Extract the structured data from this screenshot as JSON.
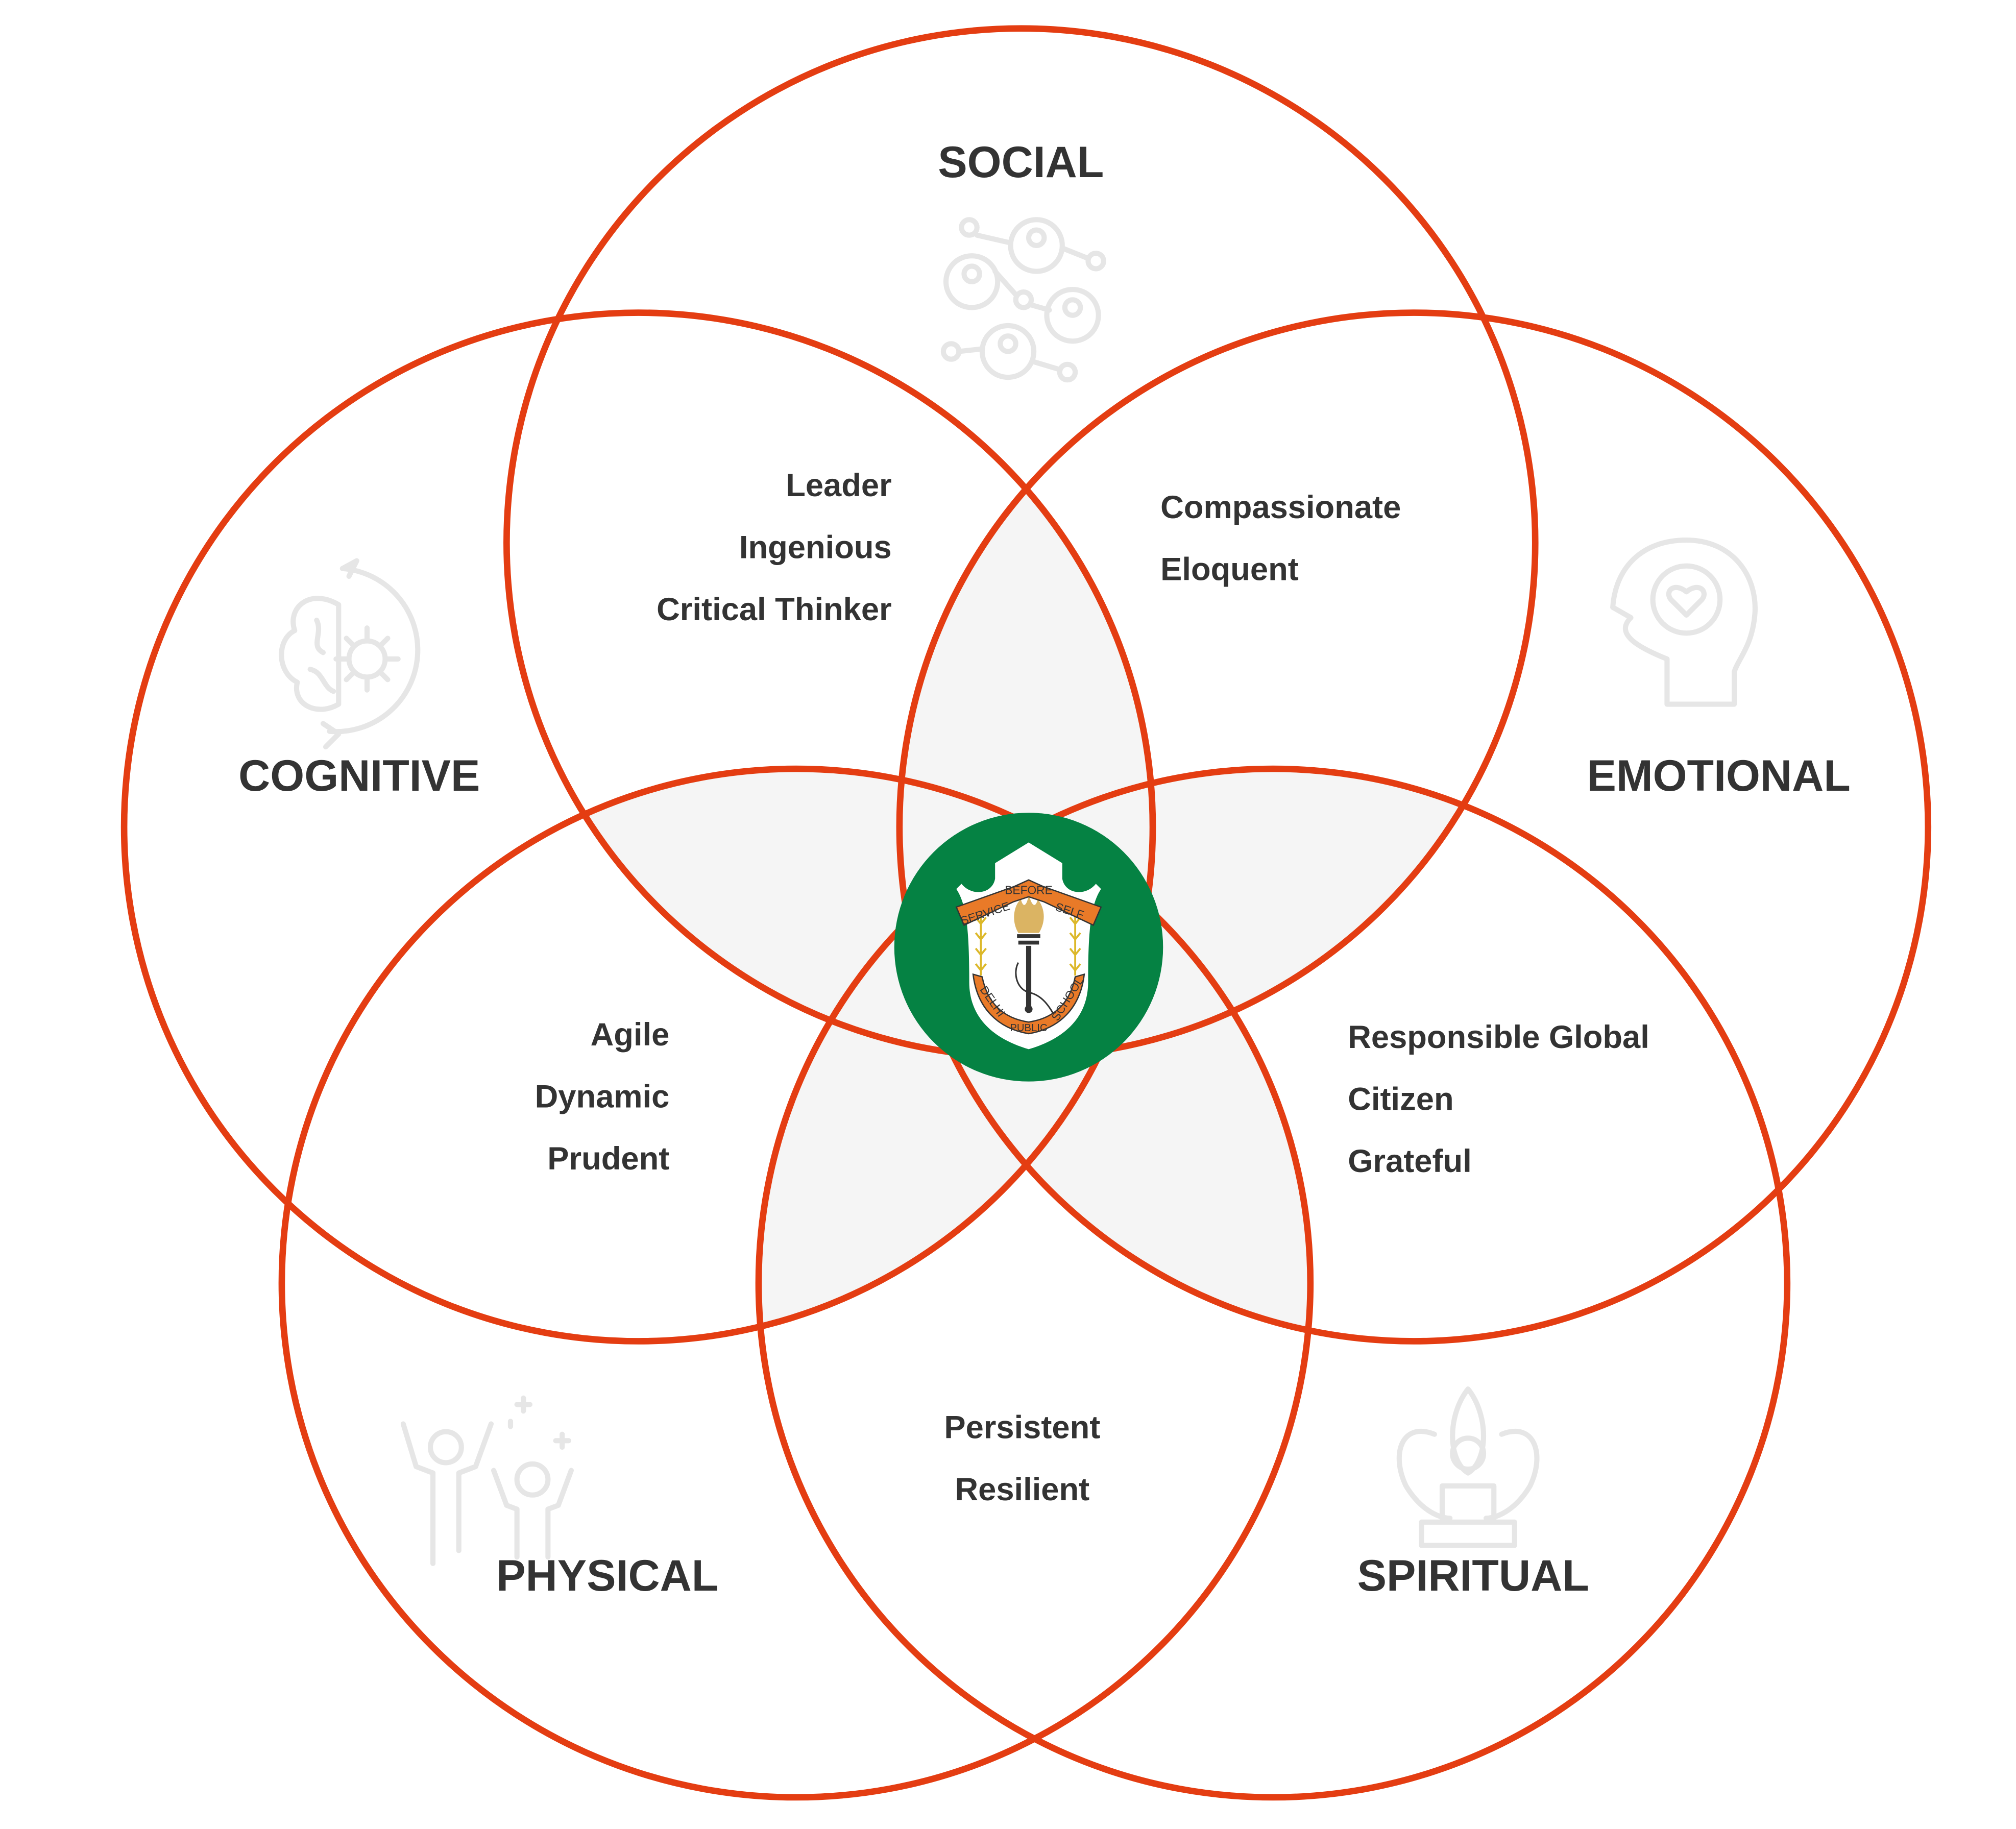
{
  "colors": {
    "ring": "#e43d12",
    "overlap": "#f5f5f5",
    "badge": "#058243",
    "ribbon": "#e97a28",
    "text": "#333333"
  },
  "dimensions": {
    "social": {
      "label": "SOCIAL",
      "icon": "social-network-icon"
    },
    "cognitive": {
      "label": "COGNITIVE",
      "icon": "brain-gear-icon"
    },
    "emotional": {
      "label": "EMOTIONAL",
      "icon": "head-heart-icon"
    },
    "physical": {
      "label": "PHYSICAL",
      "icon": "active-people-icon"
    },
    "spiritual": {
      "label": "SPIRITUAL",
      "icon": "meditation-lotus-icon"
    }
  },
  "overlaps": {
    "social_cognitive": [
      "Leader",
      "Ingenious",
      "Critical Thinker"
    ],
    "social_emotional": [
      "Compassionate",
      "Eloquent"
    ],
    "cognitive_physical": [
      "Agile",
      "Dynamic",
      "Prudent"
    ],
    "emotional_spiritual": [
      "Responsible Global",
      "Citizen",
      "Grateful"
    ],
    "physical_spiritual": [
      "Persistent",
      "Resilient"
    ]
  },
  "logo": {
    "motto": [
      "SERVICE",
      "BEFORE",
      "SELF"
    ],
    "name": [
      "DELHI",
      "PUBLIC",
      "SCHOOL"
    ]
  }
}
